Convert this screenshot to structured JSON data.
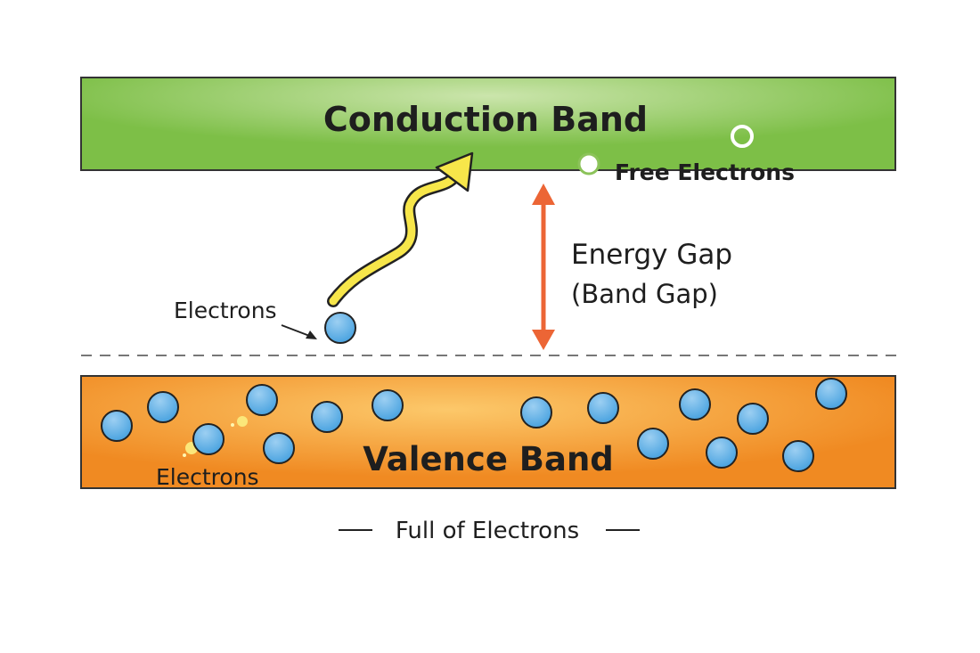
{
  "diagram": {
    "conduction_band": {
      "label": "Conduction Band",
      "color": "#7cbf46",
      "highlight": "#c9e4a8"
    },
    "free_electrons_label": "Free Electrons",
    "energy_gap": {
      "line1": "Energy Gap",
      "line2": "(Band Gap)",
      "arrow_color": "#ec6535"
    },
    "excited_electron_label": "Electrons",
    "valence_band": {
      "label": "Valence Band",
      "color": "#f39a2e",
      "highlight": "#fcc766"
    },
    "valence_electrons_label": "Electrons",
    "footer_label": "Full of Electrons",
    "electron_color": "#5aaee6",
    "photon_arrow_color": "#f7e64a"
  }
}
